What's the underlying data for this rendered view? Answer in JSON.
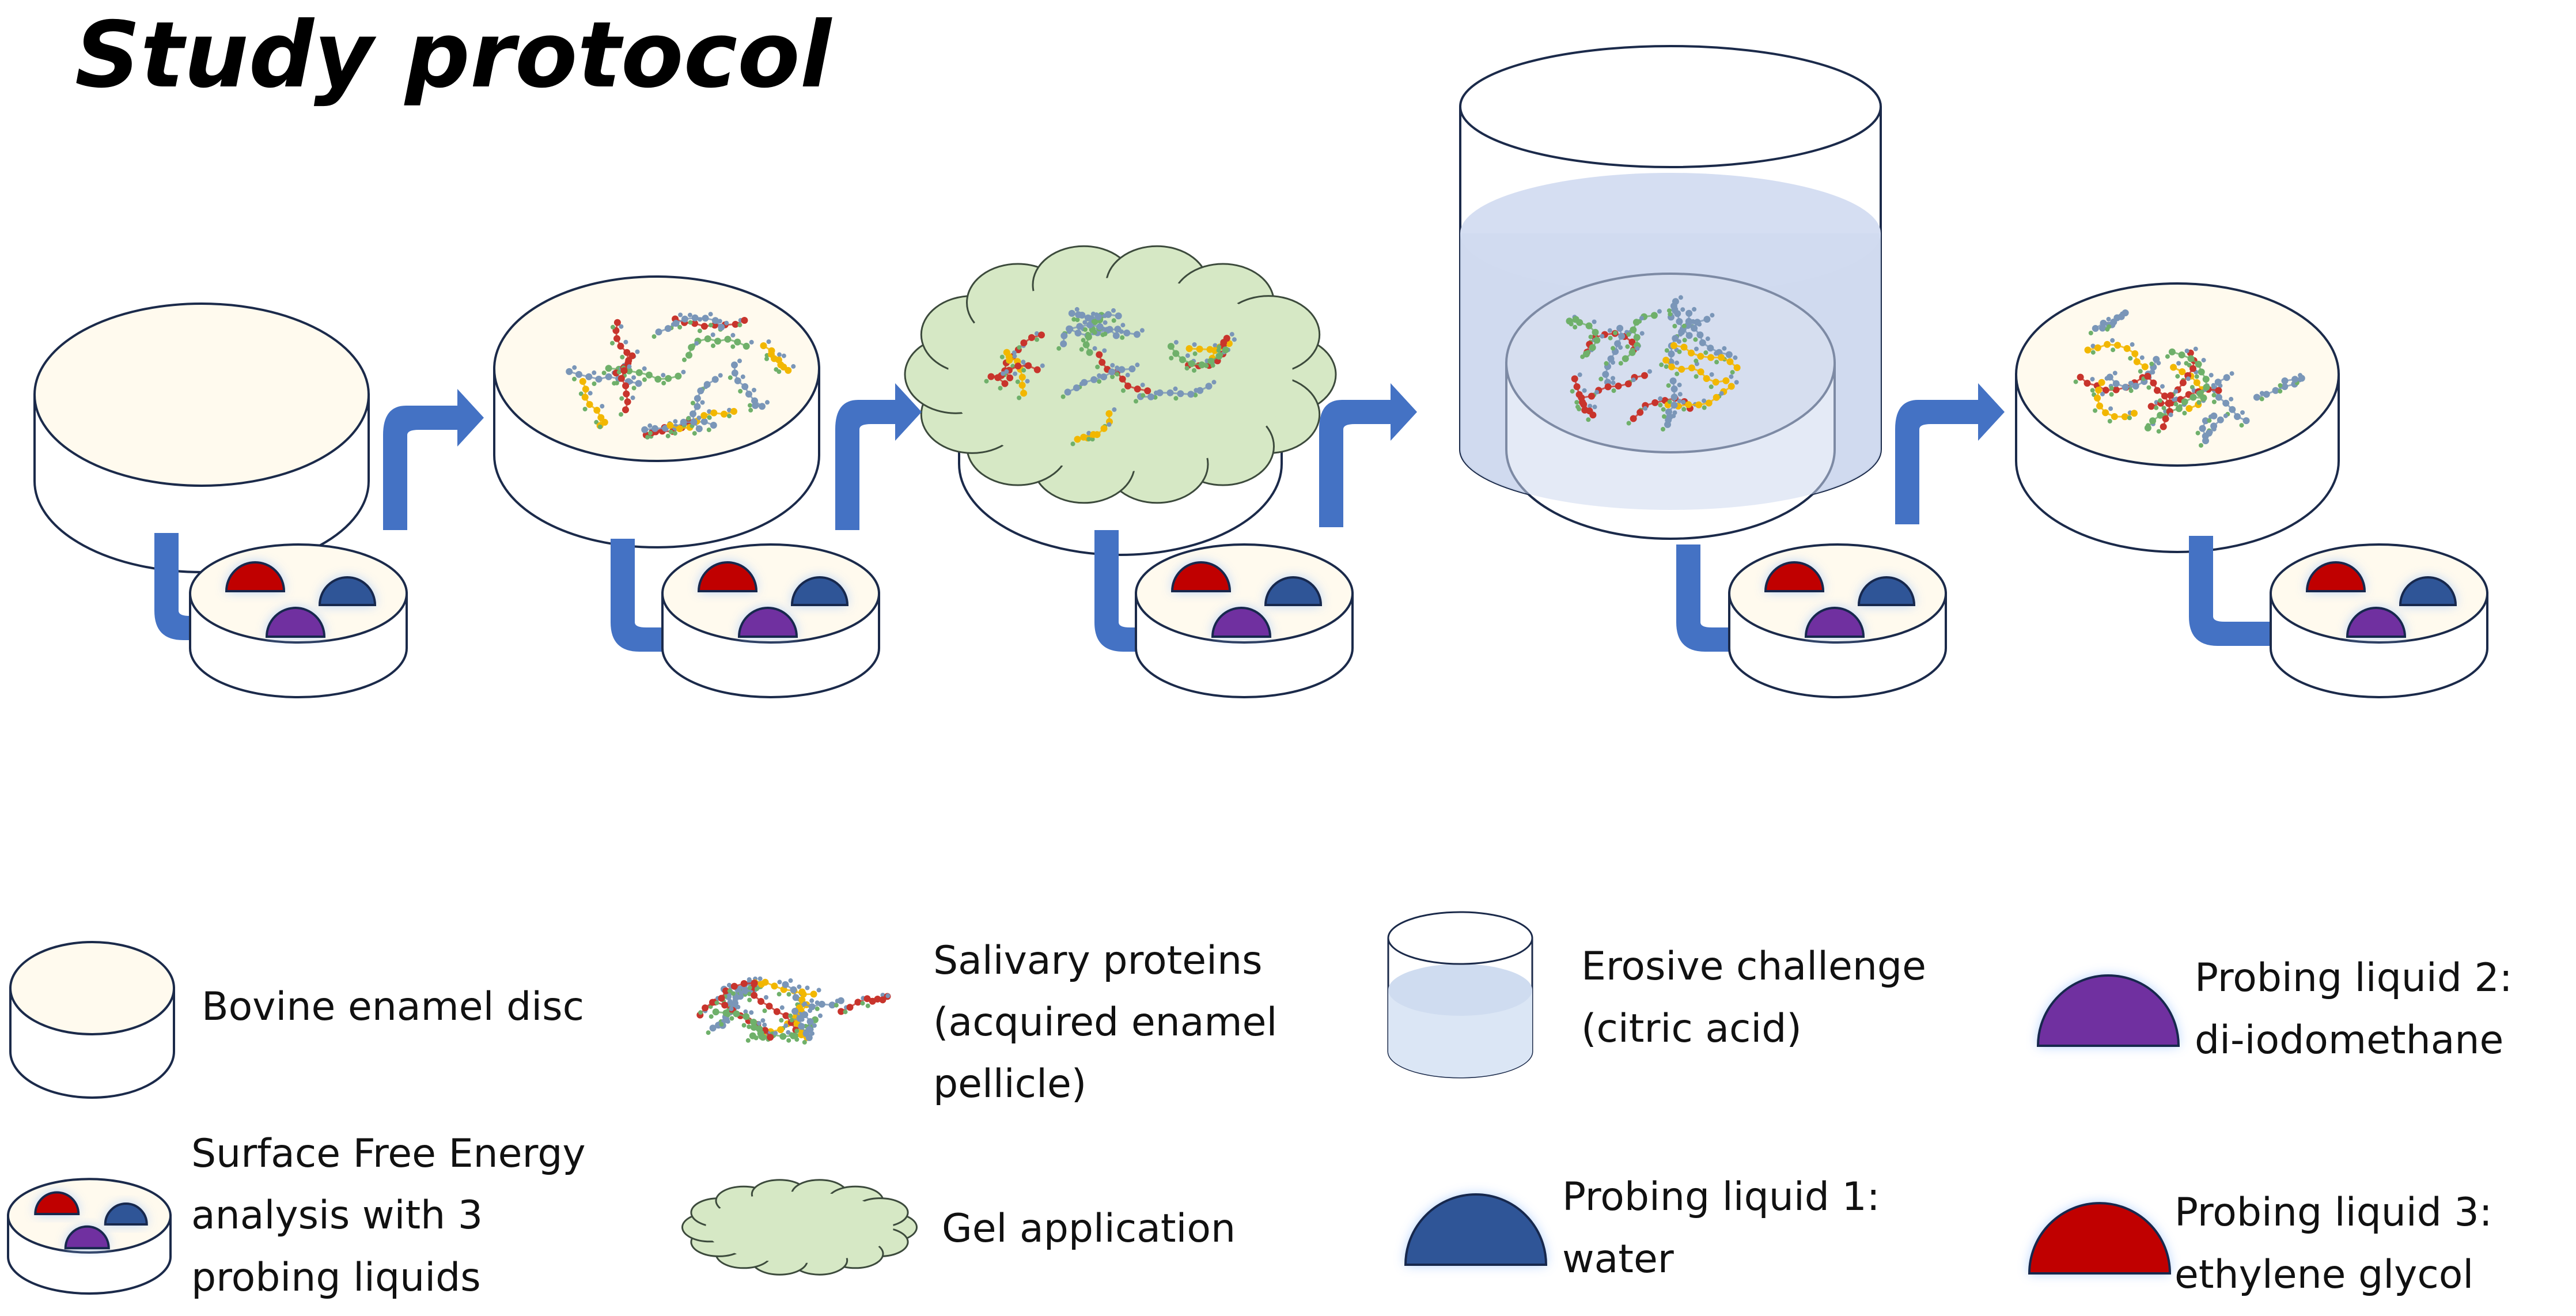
{
  "title": "Study protocol",
  "colors": {
    "enamel": "#fffaee",
    "outline": "#1b2a4a",
    "arrow": "#4472c4",
    "gel": "#d6e8c5",
    "acid": "#cdd8ee",
    "water": "#2f5597",
    "diiodomethane": "#7030a0",
    "ethylene_glycol": "#c00000",
    "protein_blue": "#7a96b8",
    "protein_red": "#c8342c",
    "protein_yellow": "#f2b700"
  },
  "protocol_steps": [
    {
      "id": "bare-disc",
      "proteins": false,
      "gel": false,
      "acid": false
    },
    {
      "id": "pellicle-disc",
      "proteins": true,
      "gel": false,
      "acid": false
    },
    {
      "id": "gel-disc",
      "proteins": true,
      "gel": true,
      "acid": false
    },
    {
      "id": "erosion-disc",
      "proteins": true,
      "gel": false,
      "acid": true
    },
    {
      "id": "final-disc",
      "proteins": true,
      "gel": false,
      "acid": false
    }
  ],
  "legend": {
    "enamel_disc": "Bovine enamel disc",
    "proteins_lines": [
      "Salivary proteins",
      "(acquired enamel",
      "pellicle)"
    ],
    "erosive_lines": [
      "Erosive challenge",
      "(citric acid)"
    ],
    "probing2_lines": [
      "Probing liquid 2:",
      "di-iodomethane"
    ],
    "sfe_lines": [
      "Surface Free Energy",
      "analysis with 3",
      "probing liquids"
    ],
    "gel": "Gel application",
    "probing1_lines": [
      "Probing liquid 1:",
      "water"
    ],
    "probing3_lines": [
      "Probing liquid 3:",
      "ethylene glycol"
    ]
  }
}
